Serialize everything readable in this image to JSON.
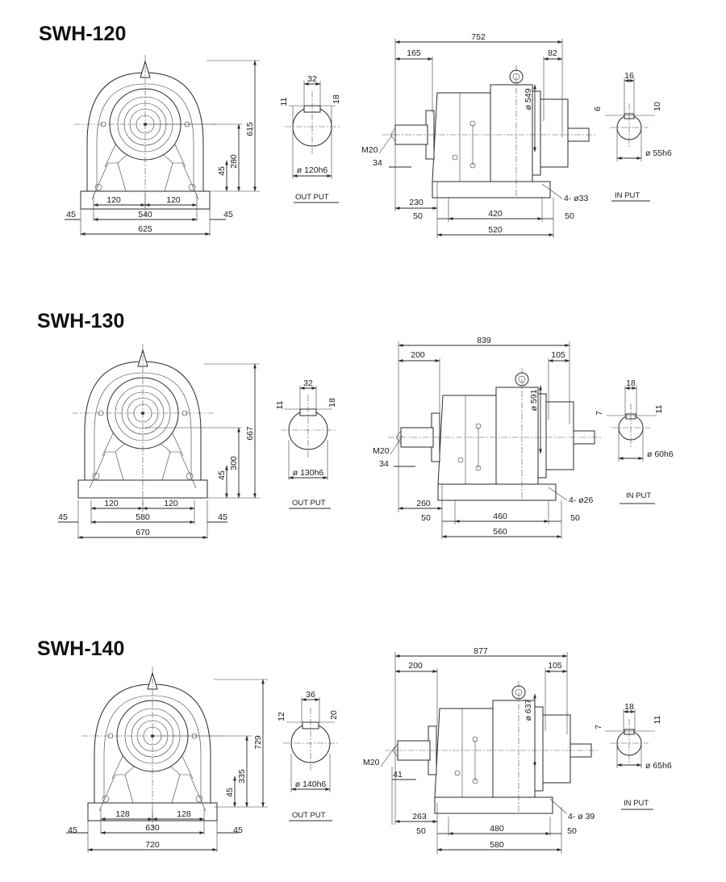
{
  "models": [
    {
      "title": "SWH-120",
      "front": {
        "d_h_left": "45",
        "d_w": "540",
        "d_h_right": "45",
        "d_total": "625",
        "d_bolt_l": "120",
        "d_bolt_r": "120",
        "d_height": "615",
        "d_center": "280",
        "d_base": "45"
      },
      "output": {
        "key_w": "32",
        "key_l": "11",
        "key_r": "18",
        "shaft": "ø 120h6",
        "label": "OUT PUT"
      },
      "side": {
        "d_total": "752",
        "d_out": "165",
        "d_in": "82",
        "d_flange": "ø 549",
        "thread": "M20",
        "d_thread": "34",
        "d_base_l": "230",
        "d_m_left": "50",
        "d_mount": "420",
        "d_m_right": "50",
        "d_base": "520",
        "holes": "4- ø33"
      },
      "input": {
        "key_w": "16",
        "key_l": "6",
        "key_r": "10",
        "shaft": "ø 55h6",
        "label": "IN PUT"
      }
    },
    {
      "title": "SWH-130",
      "front": {
        "d_h_left": "45",
        "d_w": "580",
        "d_h_right": "45",
        "d_total": "670",
        "d_bolt_l": "120",
        "d_bolt_r": "120",
        "d_height": "667",
        "d_center": "300",
        "d_base": "45"
      },
      "output": {
        "key_w": "32",
        "key_l": "11",
        "key_r": "18",
        "shaft": "ø 130h6",
        "label": "OUT PUT"
      },
      "side": {
        "d_total": "839",
        "d_out": "200",
        "d_in": "105",
        "d_flange": "ø 591",
        "thread": "M20",
        "d_thread": "34",
        "d_base_l": "260",
        "d_m_left": "50",
        "d_mount": "460",
        "d_m_right": "50",
        "d_base": "560",
        "holes": "4- ø26"
      },
      "input": {
        "key_w": "18",
        "key_l": "7",
        "key_r": "11",
        "shaft": "ø 60h6",
        "label": "IN PUT"
      }
    },
    {
      "title": "SWH-140",
      "front": {
        "d_h_left": "45",
        "d_w": "630",
        "d_h_right": "45",
        "d_total": "720",
        "d_bolt_l": "128",
        "d_bolt_r": "128",
        "d_height": "729",
        "d_center": "335",
        "d_base": "45"
      },
      "output": {
        "key_w": "36",
        "key_l": "12",
        "key_r": "20",
        "shaft": "ø 140h6",
        "label": "OUT PUT"
      },
      "side": {
        "d_total": "877",
        "d_out": "200",
        "d_in": "105",
        "d_flange": "ø 637",
        "thread": "M20",
        "d_thread": "41",
        "d_base_l": "263",
        "d_m_left": "50",
        "d_mount": "480",
        "d_m_right": "50",
        "d_base": "580",
        "holes": "4-  ø 39"
      },
      "input": {
        "key_w": "18",
        "key_l": "7",
        "key_r": "11",
        "shaft": "ø 65h6",
        "label": "IN PUT"
      }
    }
  ]
}
